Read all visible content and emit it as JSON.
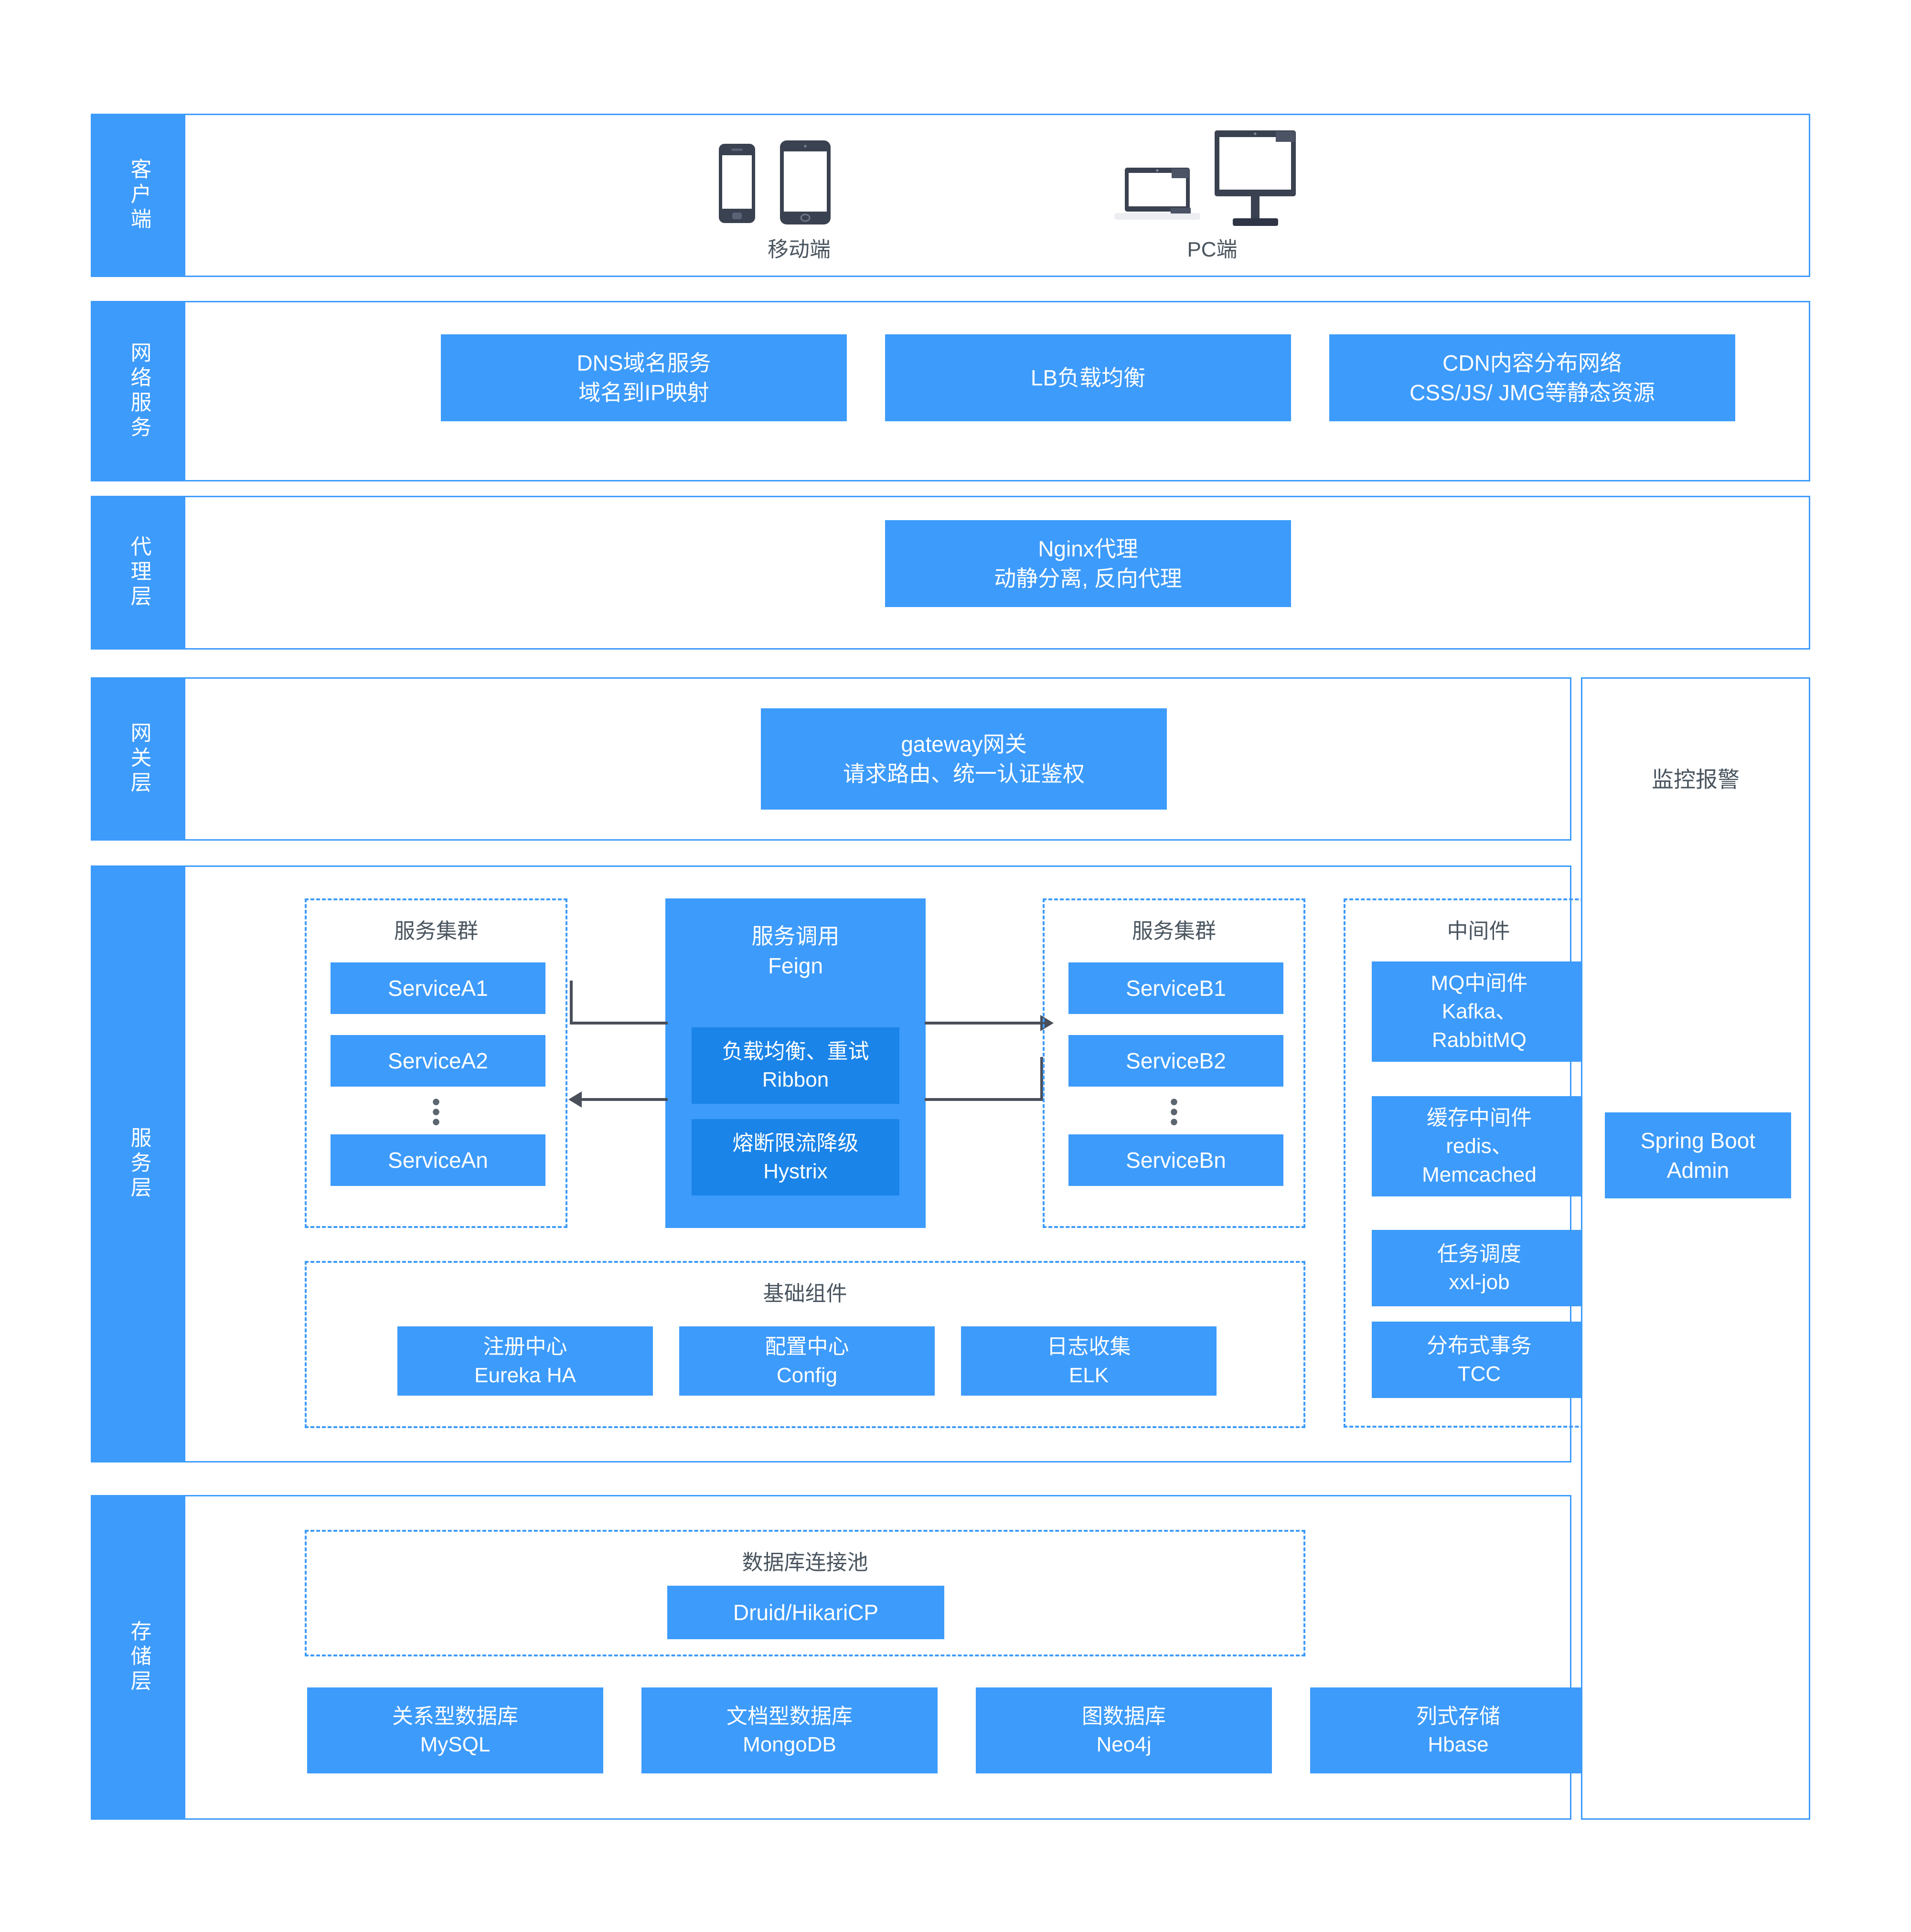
{
  "theme": {
    "accent": "#3d9bfb",
    "accent_dark": "#1a84e8",
    "text_dark": "#4a555f",
    "box_text": "#ffffff",
    "arrow": "#4a4f5a"
  },
  "layers": [
    {
      "id": "client",
      "label": "客户端"
    },
    {
      "id": "network",
      "label": "网络服务"
    },
    {
      "id": "proxy",
      "label": "代理层"
    },
    {
      "id": "gateway",
      "label": "网关层"
    },
    {
      "id": "service",
      "label": "服务层"
    },
    {
      "id": "storage",
      "label": "存储层"
    }
  ],
  "client": {
    "devices": [
      {
        "name": "mobile",
        "caption": "移动端"
      },
      {
        "name": "pc",
        "caption": "PC端"
      }
    ]
  },
  "network": {
    "boxes": [
      {
        "line1": "DNS域名服务",
        "line2": "域名到IP映射"
      },
      {
        "line1": "LB负载均衡",
        "line2": ""
      },
      {
        "line1": "CDN内容分布网络",
        "line2": "CSS/JS/ JMG等静态资源"
      }
    ]
  },
  "proxy": {
    "boxes": [
      {
        "line1": "Nginx代理",
        "line2": "动静分离, 反向代理"
      }
    ]
  },
  "gateway": {
    "boxes": [
      {
        "line1": "gateway网关",
        "line2": "请求路由、统一认证鉴权"
      }
    ]
  },
  "service": {
    "cluster_a": {
      "title": "服务集群",
      "items": [
        "ServiceA1",
        "ServiceA2",
        "ServiceAn"
      ],
      "ellipsis": "⋮"
    },
    "cluster_b": {
      "title": "服务集群",
      "items": [
        "ServiceB1",
        "ServiceB2",
        "ServiceBn"
      ],
      "ellipsis": "⋮"
    },
    "invoke": {
      "line1": "服务调用",
      "line2": "Feign",
      "nested": [
        {
          "line1": "负载均衡、重试",
          "line2": "Ribbon"
        },
        {
          "line1": "熔断限流降级",
          "line2": "Hystrix"
        }
      ]
    },
    "middleware": {
      "title": "中间件",
      "items": [
        {
          "line1": "MQ中间件",
          "line2": "Kafka、",
          "line3": "RabbitMQ"
        },
        {
          "line1": "缓存中间件",
          "line2": "redis、",
          "line3": "Memcached"
        },
        {
          "line1": "任务调度",
          "line2": "xxl-job",
          "line3": ""
        },
        {
          "line1": "分布式事务",
          "line2": "TCC",
          "line3": ""
        }
      ]
    },
    "base_components": {
      "title": "基础组件",
      "items": [
        {
          "line1": "注册中心",
          "line2": "Eureka HA"
        },
        {
          "line1": "配置中心",
          "line2": "Config"
        },
        {
          "line1": "日志收集",
          "line2": "ELK"
        }
      ]
    }
  },
  "storage": {
    "pool": {
      "title": "数据库连接池",
      "box": {
        "line1": "Druid/HikariCP",
        "line2": ""
      }
    },
    "databases": [
      {
        "line1": "关系型数据库",
        "line2": "MySQL"
      },
      {
        "line1": "文档型数据库",
        "line2": "MongoDB"
      },
      {
        "line1": "图数据库",
        "line2": "Neo4j"
      },
      {
        "line1": "列式存储",
        "line2": "Hbase"
      }
    ]
  },
  "monitoring": {
    "title": "监控报警",
    "box": {
      "line1": "Spring Boot",
      "line2": "Admin"
    }
  }
}
